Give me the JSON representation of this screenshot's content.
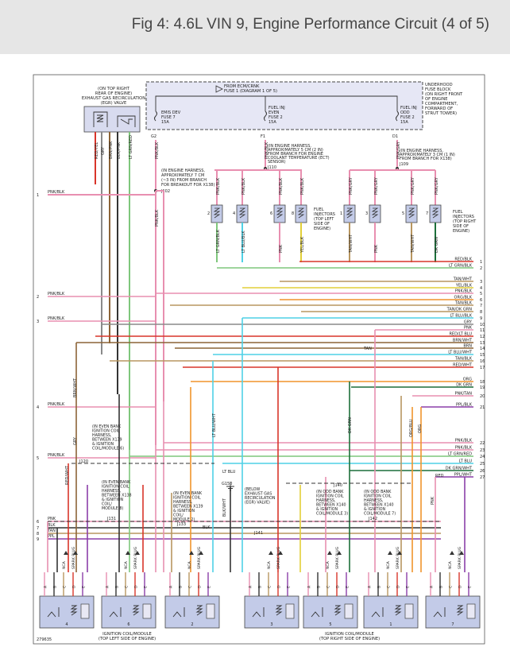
{
  "title": "Fig 4: 4.6L VIN 9, Engine Performance Circuit (4 of 5)",
  "fuse_block": {
    "label_lines": [
      "UNDERHOOD",
      "FUSE BLOCK",
      "(ON RIGHT FRONT",
      "OF ENGINE",
      "COMPARTMENT,",
      "FORWARD OF",
      "STRUT TOWER)"
    ],
    "from_pcm": [
      "FROM ECM/CRNK",
      "FUSE 1 (DIAGRAM 1 OF 5)"
    ],
    "fuses": [
      {
        "lines": [
          "EMIS DEV",
          "FUSE 7",
          "15A"
        ],
        "wire": "PNK/BLK",
        "pin": "G2"
      },
      {
        "lines": [
          "FUEL INJ",
          "EVEN",
          "FUSE 2",
          "15A"
        ],
        "wire": "PNK/BLK",
        "pin": "F1"
      },
      {
        "lines": [
          "FUEL INJ",
          "ODD",
          "FUSE 2",
          "15A"
        ],
        "wire": "PNK/GRY",
        "pin": "D1"
      }
    ]
  },
  "egr": {
    "label_lines": [
      "(ON TOP RIGHT",
      "REAR OF ENGINE)",
      "EXHAUST GAS RECIRCULATION",
      "(EGR) VALVE"
    ],
    "pins": [
      "A",
      "B",
      "C",
      "D",
      "E"
    ],
    "wires": [
      "RED/YEL",
      "GRY",
      "BRN/PNK",
      "BLK/PNK",
      "LT GRN/RED"
    ]
  },
  "splices": {
    "j102": [
      "(IN ENGINE HARNESS,",
      "APPROXIMATELY 7 CM",
      "(~3 IN) FROM BRANCH",
      "FOR BREAKOUT FOR X138)",
      "J102"
    ],
    "j110": [
      "(IN ENGINE HARNESS,",
      "APPROXIMATELY 5 CM (2 IN)",
      "FROM BRANCH FOR ENGINE",
      "COOLANT TEMPERATURE (ECT)",
      "SENSOR)",
      "J110"
    ],
    "j109": [
      "(IN ENGINE HARNESS,",
      "APPROXIMATELY 3 CM (1 IN)",
      "FROM BRANCH FOR X138)",
      "J109"
    ]
  },
  "injectors_left": {
    "label_lines": [
      "FUEL",
      "INJECTORS",
      "(TOP LEFT",
      "SIDE OF",
      "ENGINE)"
    ],
    "items": [
      {
        "num": "2",
        "top": "PNK/BLK",
        "bottom": "LT GRN/BLK"
      },
      {
        "num": "4",
        "top": "PNK/BLK",
        "bottom": "LT BLU/BLK"
      },
      {
        "num": "6",
        "top": "PNK/BLK",
        "bottom": "PNK"
      },
      {
        "num": "8",
        "top": "PNK/BLK",
        "bottom": "YEL/BLK"
      }
    ]
  },
  "injectors_right": {
    "label_lines": [
      "FUEL",
      "INJECTORS",
      "(TOP RIGHT",
      "SIDE OF",
      "ENGINE)"
    ],
    "items": [
      {
        "num": "1",
        "top": "PNK/GRY",
        "bottom": "TAN/WHT"
      },
      {
        "num": "3",
        "top": "PNK/GRY",
        "bottom": "PNK"
      },
      {
        "num": "5",
        "top": "PNK/GRY",
        "bottom": "TAN/WHT"
      },
      {
        "num": "7",
        "top": "PNK/GRY",
        "bottom": "DK GRN"
      }
    ]
  },
  "left_circuits": [
    {
      "num": "1",
      "wire": "PNK/BLK"
    },
    {
      "num": "2",
      "wire": "PNK/BLK"
    },
    {
      "num": "3",
      "wire": "PNK/BLK"
    },
    {
      "num": "4",
      "wire": "PNK/BLK"
    },
    {
      "num": "5",
      "wire": "PNK/BLK"
    },
    {
      "num": "6",
      "wire": "PNK"
    },
    {
      "num": "7",
      "wire": "BLK"
    },
    {
      "num": "8",
      "wire": "TAN"
    },
    {
      "num": "9",
      "wire": "PPL"
    }
  ],
  "right_circuits": [
    {
      "num": "1",
      "wire": "RED/BLK"
    },
    {
      "num": "2",
      "wire": "LT GRN/BLK"
    },
    {
      "num": "3",
      "wire": "TAN/WHT"
    },
    {
      "num": "4",
      "wire": "YEL/BLK"
    },
    {
      "num": "5",
      "wire": "PNK/BLK"
    },
    {
      "num": "6",
      "wire": "ORG/BLK"
    },
    {
      "num": "7",
      "wire": "TAN/BLK"
    },
    {
      "num": "8",
      "wire": "TAN/DK GRN"
    },
    {
      "num": "9",
      "wire": "LT BLU/BLK"
    },
    {
      "num": "10",
      "wire": "GRY"
    },
    {
      "num": "11",
      "wire": "PNK"
    },
    {
      "num": "12",
      "wire": "RED/LT BLU"
    },
    {
      "num": "13",
      "wire": "BRN/WHT"
    },
    {
      "num": "14",
      "wire": "BRN"
    },
    {
      "num": "15",
      "wire": "LT BLU/WHT"
    },
    {
      "num": "16",
      "wire": "TAN/BLK"
    },
    {
      "num": "17",
      "wire": "RED/WHT"
    },
    {
      "num": "18",
      "wire": "ORG"
    },
    {
      "num": "19",
      "wire": "DK GRN"
    },
    {
      "num": "20",
      "wire": "PNK/TAN"
    },
    {
      "num": "21",
      "wire": "PPL/BLK"
    },
    {
      "num": "22",
      "wire": "PNK/BLK"
    },
    {
      "num": "23",
      "wire": "PNK/BLK"
    },
    {
      "num": "24",
      "wire": "LT GRN/RED"
    },
    {
      "num": "25",
      "wire": "LT BLU"
    },
    {
      "num": "26",
      "wire": "DK GRN/WHT"
    },
    {
      "num": "27",
      "wire": "PPL/WHT"
    }
  ],
  "mid_labels": {
    "tan": "TAN",
    "brn_wht": "BRN/WHT",
    "gry_top": "GRY",
    "lt_blu_wht": "LT BLU/WHT",
    "dk_grn": "DK GRN",
    "org_blu": "ORG/BLU",
    "org": "ORG",
    "red": "RED",
    "pnk": "PNK",
    "lt_blu": "LT BLU",
    "red_wht": "RED/WHT",
    "blk": "BLK",
    "blk_wht": "BLK/WHT",
    "pnk_left": "PNK/BLK"
  },
  "connectors": {
    "j120": "J120",
    "j133": "J133",
    "j131": "J131",
    "j141": "J141",
    "j140": "J140",
    "j142": "J142",
    "g150": "G150"
  },
  "coil_notes": {
    "even_top": [
      "(IN EVEN BANK",
      "IGNITION COIL",
      "HARNESS,",
      "BETWEEN X139",
      "& IGNITION",
      "COIL/MODULE 6)"
    ],
    "even_bottom": [
      "(IN EVEN BANK",
      "IGNITION COIL",
      "HARNESS,",
      "BETWEEN X138",
      "& IGNITION",
      "COIL/",
      "MODULE 8)"
    ],
    "even_mid": [
      "(IN EVEN BANK",
      "IGNITION COIL",
      "HARNESS,",
      "BETWEEN X139",
      "& IGNITION",
      "COIL/",
      "MODULE 2)"
    ],
    "ground": [
      "(BELOW",
      "EXHAUST GAS",
      "RECIRCULATION",
      "(EGR) VALVE)"
    ],
    "odd_1": [
      "(IN ODD BANK",
      "IGNITION COIL",
      "HARNESS,",
      "BETWEEN X140",
      "& IGNITION",
      "COIL/MODULE 3)"
    ],
    "odd_2": [
      "(IN ODD BANK",
      "IGNITION COIL",
      "HARNESS,",
      "BETWEEN X140",
      "& IGNITION",
      "COIL/MODULE 7)"
    ]
  },
  "coils_left": {
    "modules": [
      "4",
      "6",
      "2"
    ],
    "label_lines": [
      "IGNITION COIL/MODULE",
      "(TOP LEFT SIDE OF ENGINE)"
    ]
  },
  "coils_right": {
    "modules": [
      "3",
      "5",
      "1",
      "7"
    ],
    "label_lines": [
      "IGNITION COIL/MODULE",
      "(TOP RIGHT SIDE OF ENGINE)"
    ]
  },
  "coil_pin_labels": [
    "A",
    "B",
    "C",
    "D",
    "E"
  ],
  "coil_wire_tags": [
    "NCA",
    "SPARK PLUG"
  ],
  "figure_id": "279635",
  "colors": {
    "pnk": "#e88fb0",
    "red": "#d9352a",
    "tan": "#b89660",
    "yel": "#e2cf38",
    "brn": "#8c6437",
    "grn": "#2f9a3e",
    "ltgrn": "#7fc77c",
    "ltblu": "#4fd1e6",
    "gry": "#8a8a8a",
    "org": "#f0942c",
    "ppl": "#8b3fa8",
    "dkgrn": "#1c6f3a",
    "blk": "#333333",
    "coil": "#c3cbe8"
  }
}
